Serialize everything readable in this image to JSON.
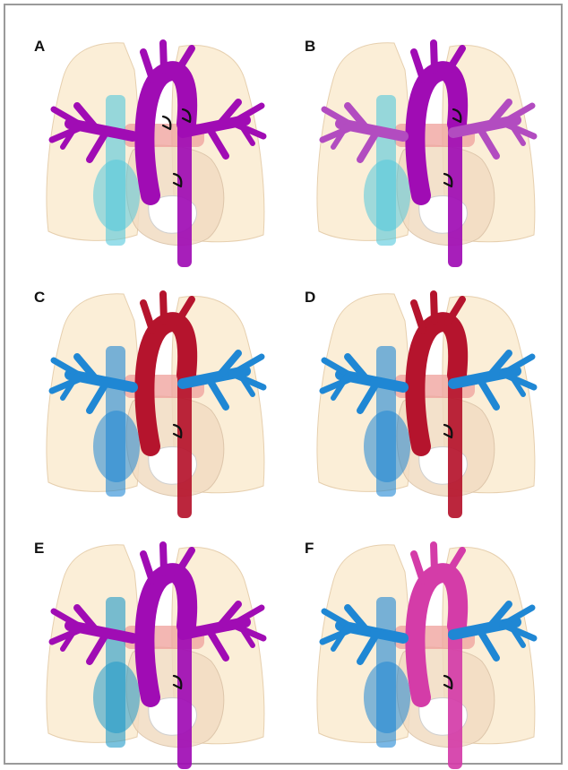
{
  "figure": {
    "panels": [
      {
        "label": "A",
        "aorta_color": "#a00cb4",
        "pa_color": "#a00cb4",
        "svc_color": "#54c8dc",
        "arrows": 3
      },
      {
        "label": "B",
        "aorta_color": "#a00cb4",
        "pa_color": "#b24cc0",
        "svc_color": "#54c8dc",
        "arrows": 2
      },
      {
        "label": "C",
        "aorta_color": "#b5142d",
        "pa_color": "#1f87d4",
        "svc_color": "#1f87d4",
        "arrows": 1
      },
      {
        "label": "D",
        "aorta_color": "#b5142d",
        "pa_color": "#1f87d4",
        "svc_color": "#1f87d4",
        "arrows": 1
      },
      {
        "label": "E",
        "aorta_color": "#a00cb4",
        "pa_color": "#a00cb4",
        "svc_color": "#1f99c8",
        "arrows": 1
      },
      {
        "label": "F",
        "aorta_color": "#d43ca8",
        "pa_color": "#1f87d4",
        "svc_color": "#1f87d4",
        "arrows": 1
      }
    ],
    "colors": {
      "lung": "#fbeed7",
      "lung_outline": "#e6cfae",
      "heart": "#f2dcc2",
      "atrium_pink": "#f0a5a0",
      "ventricle_white": "#ffffff",
      "arrow": "#111111",
      "frame_border": "#9a9a9a"
    }
  }
}
